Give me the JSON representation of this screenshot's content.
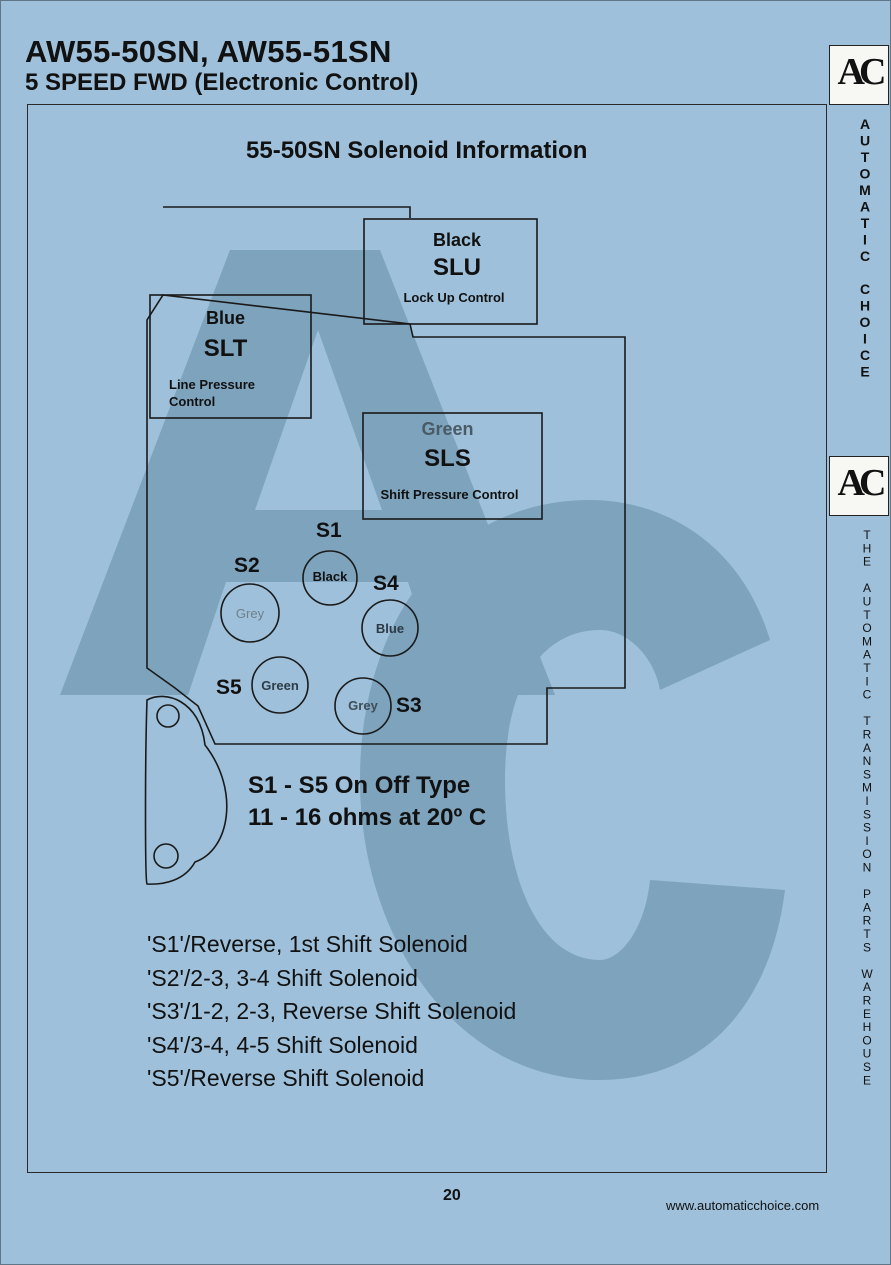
{
  "header": {
    "title": "AW55-50SN, AW55-51SN",
    "subtitle": "5 SPEED FWD (Electronic Control)"
  },
  "diagram": {
    "section_title": "55-50SN Solenoid Information",
    "boxes": {
      "slu": {
        "color": "Black",
        "code": "SLU",
        "description": "Lock Up Control"
      },
      "slt": {
        "color": "Blue",
        "code": "SLT",
        "description_line1": "Line Pressure",
        "description_line2": "Control"
      },
      "sls": {
        "color": "Green",
        "code": "SLS",
        "description": "Shift Pressure Control"
      }
    },
    "solenoids": [
      {
        "label": "S1",
        "color": "Black"
      },
      {
        "label": "S2",
        "color": "Grey"
      },
      {
        "label": "S3",
        "color": "Grey"
      },
      {
        "label": "S4",
        "color": "Blue"
      },
      {
        "label": "S5",
        "color": "Green"
      }
    ],
    "spec_line1": "S1 - S5 On Off Type",
    "spec_line2": "11 - 16 ohms at 20º C"
  },
  "legend": [
    "'S1'/Reverse, 1st Shift Solenoid",
    "'S2'/2-3, 3-4 Shift Solenoid",
    "'S3'/1-2, 2-3, Reverse Shift Solenoid",
    "'S4'/3-4, 4-5 Shift Solenoid",
    "'S5'/Reverse Shift Solenoid"
  ],
  "footer": {
    "page_number": "20",
    "website": "www.automaticchoice.com"
  },
  "brand": {
    "logo_text": "AC",
    "registered": "®",
    "name": "AUTOMATIC CHOICE",
    "tagline": "THE AUTOMATIC TRANSMISSION PARTS WAREHOUSE"
  },
  "colors": {
    "page_background": "#9ec0da",
    "watermark": "#7ea3bd",
    "line": "#1a1a1a",
    "grey_text": "#6f7f8a"
  }
}
